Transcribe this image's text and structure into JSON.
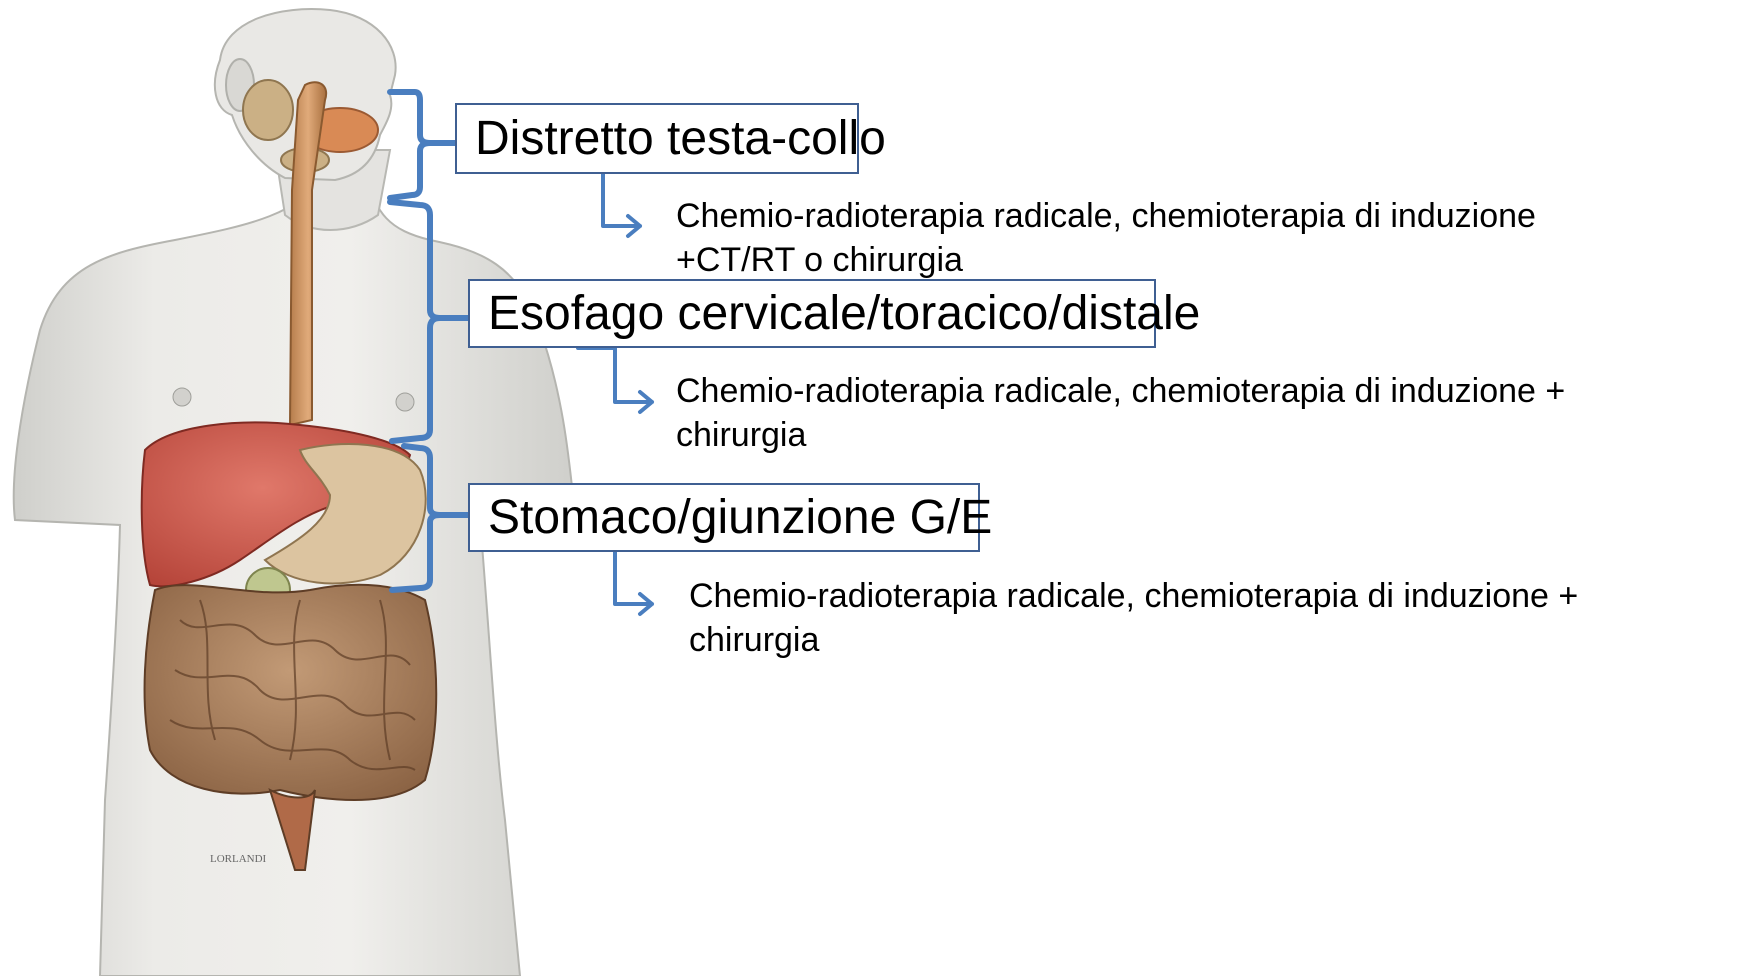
{
  "sections": [
    {
      "title": "Distretto testa-collo",
      "description_lines": [
        "Chemio-radioterapia radicale, chemioterapia di induzione",
        "+CT/RT o chirurgia"
      ]
    },
    {
      "title": "Esofago cervicale/toracico/distale",
      "description_lines": [
        "Chemio-radioterapia radicale, chemioterapia di induzione +",
        "chirurgia"
      ]
    },
    {
      "title": "Stomaco/giunzione G/E",
      "description_lines": [
        "Chemio-radioterapia radicale, chemioterapia di induzione +",
        "chirurgia"
      ]
    }
  ],
  "illustration": {
    "signature": "LORLANDI"
  },
  "colors": {
    "accent": "#4a7ebf",
    "box_border": "#3f5f92",
    "skin": "#e6e6e3",
    "liver": "#cc5548",
    "intestine": "#a27856",
    "esophagus": "#c79463"
  }
}
